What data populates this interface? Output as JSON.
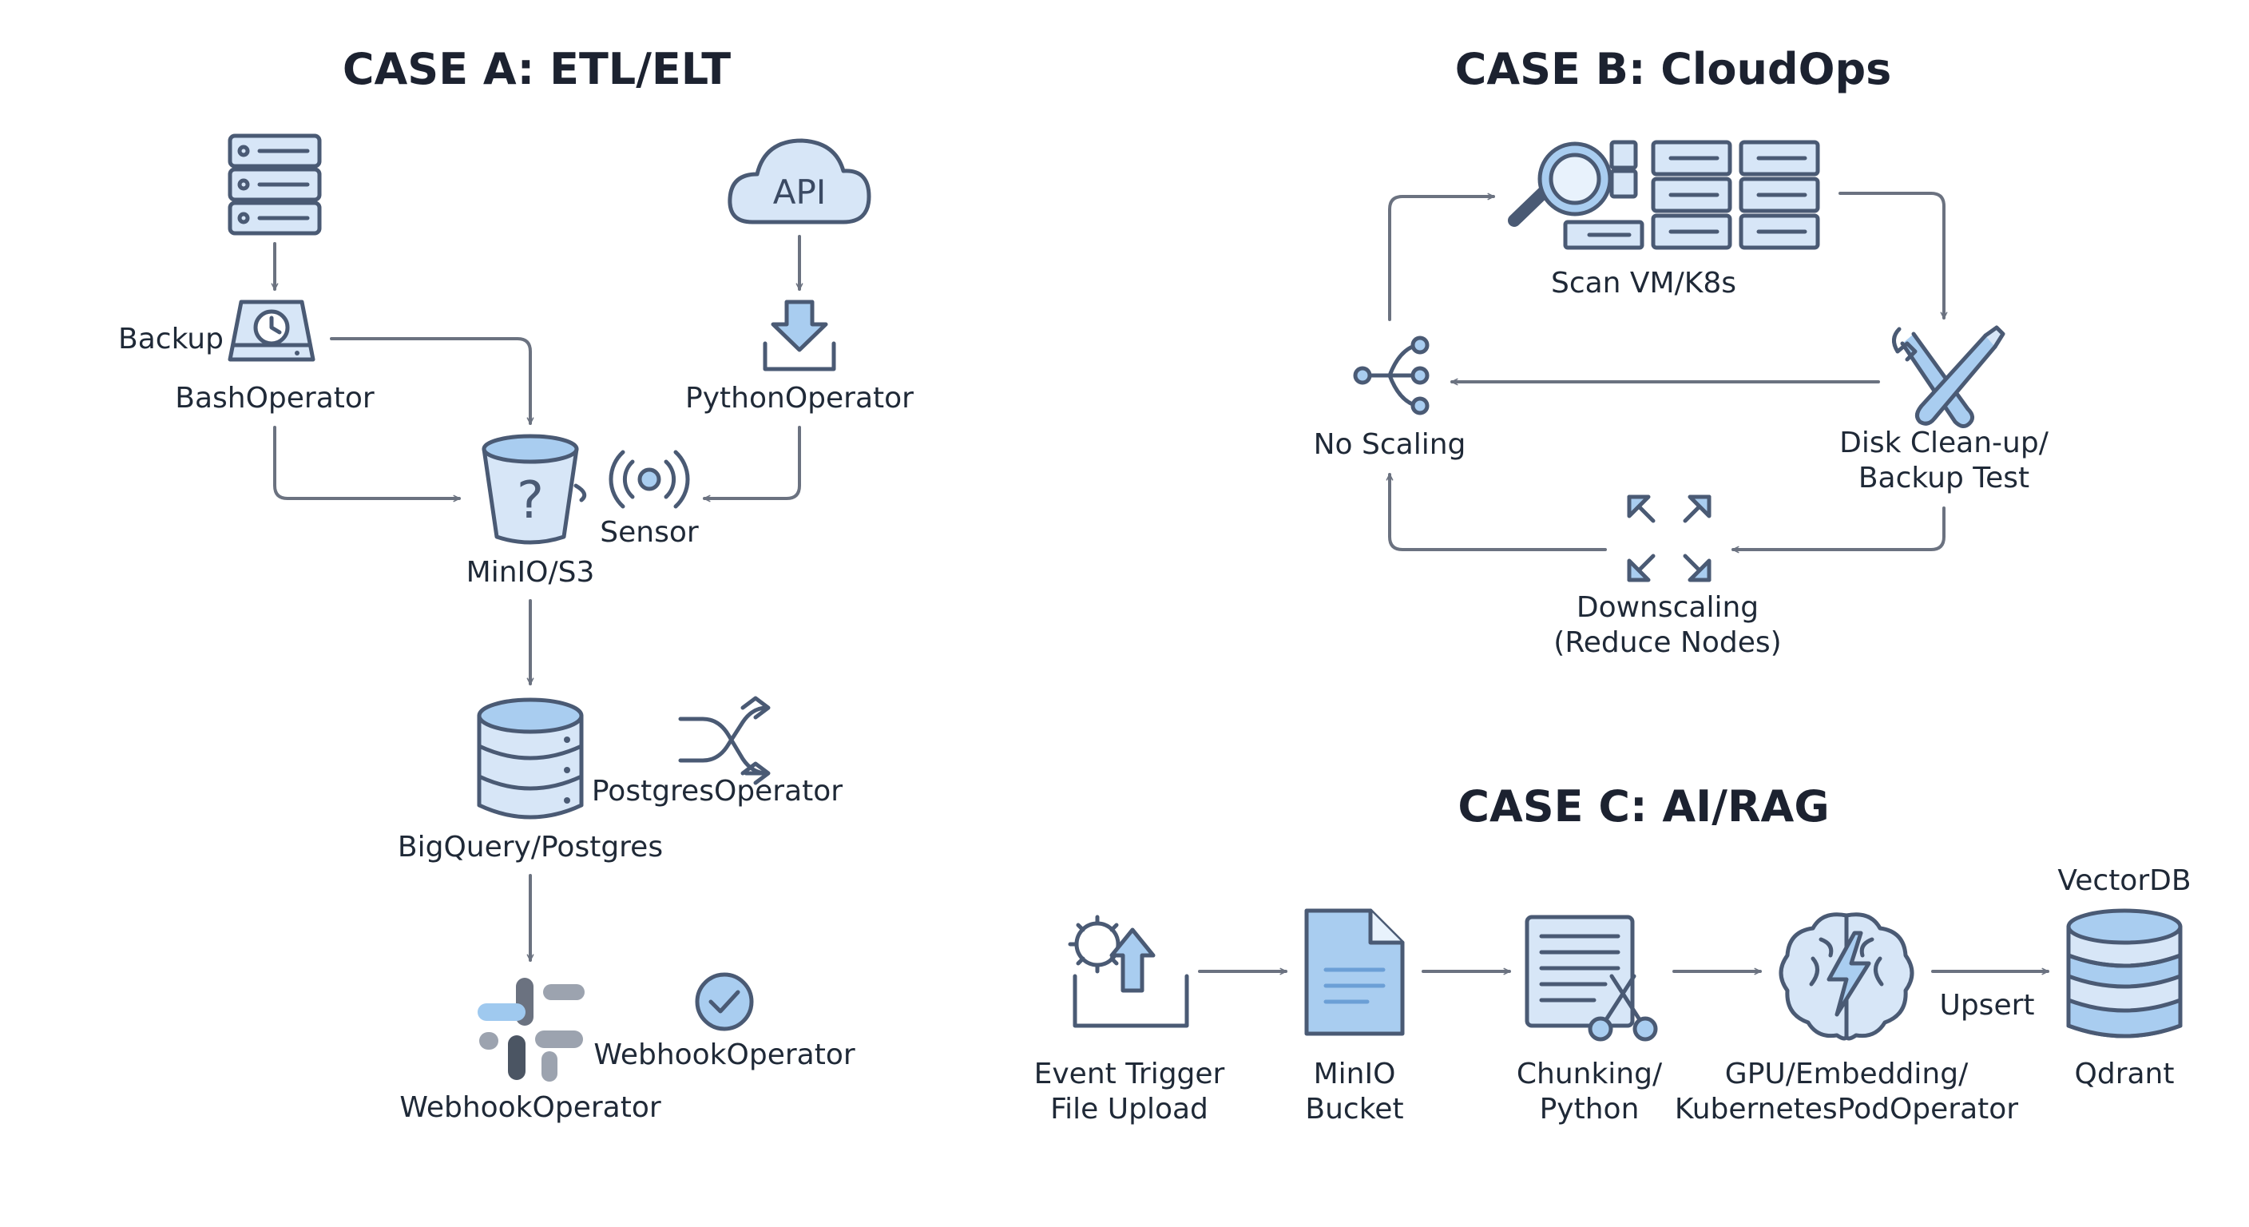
{
  "colors": {
    "icon_outline": "#4a5a74",
    "icon_fill_light": "#d7e6f7",
    "icon_fill_blue": "#a9cdf0",
    "arrow": "#6b7280",
    "text": "#1f2937"
  },
  "case_a": {
    "title": "CASE A: ETL/ELT",
    "backup_label": "Backup",
    "bash_label": "BashOperator",
    "api_label": "API",
    "python_label": "PythonOperator",
    "minio_label": "MinIO/S3",
    "sensor_label": "Sensor",
    "postgres_op_label": "PostgresOperator",
    "bigquery_label": "BigQuery/Postgres",
    "webhook_op_label": "WebhookOperator",
    "webhook_label": "WebhookOperator"
  },
  "case_b": {
    "title": "CASE B: CloudOps",
    "scan_label": "Scan VM/K8s",
    "no_scaling_label": "No Scaling",
    "disk_label_1": "Disk Clean-up/",
    "disk_label_2": "Backup Test",
    "downscaling_label_1": "Downscaling",
    "downscaling_label_2": "(Reduce Nodes)"
  },
  "case_c": {
    "title": "CASE C: AI/RAG",
    "event_label_1": "Event Trigger",
    "event_label_2": "File Upload",
    "minio_label_1": "MinIO",
    "minio_label_2": "Bucket",
    "chunk_label_1": "Chunking/",
    "chunk_label_2": "Python",
    "gpu_label_1": "GPU/Embedding/",
    "gpu_label_2": "KubernetesPodOperator",
    "vectordb_label": "VectorDB",
    "upsert_label": "Upsert",
    "qdrant_label": "Qdrant"
  }
}
